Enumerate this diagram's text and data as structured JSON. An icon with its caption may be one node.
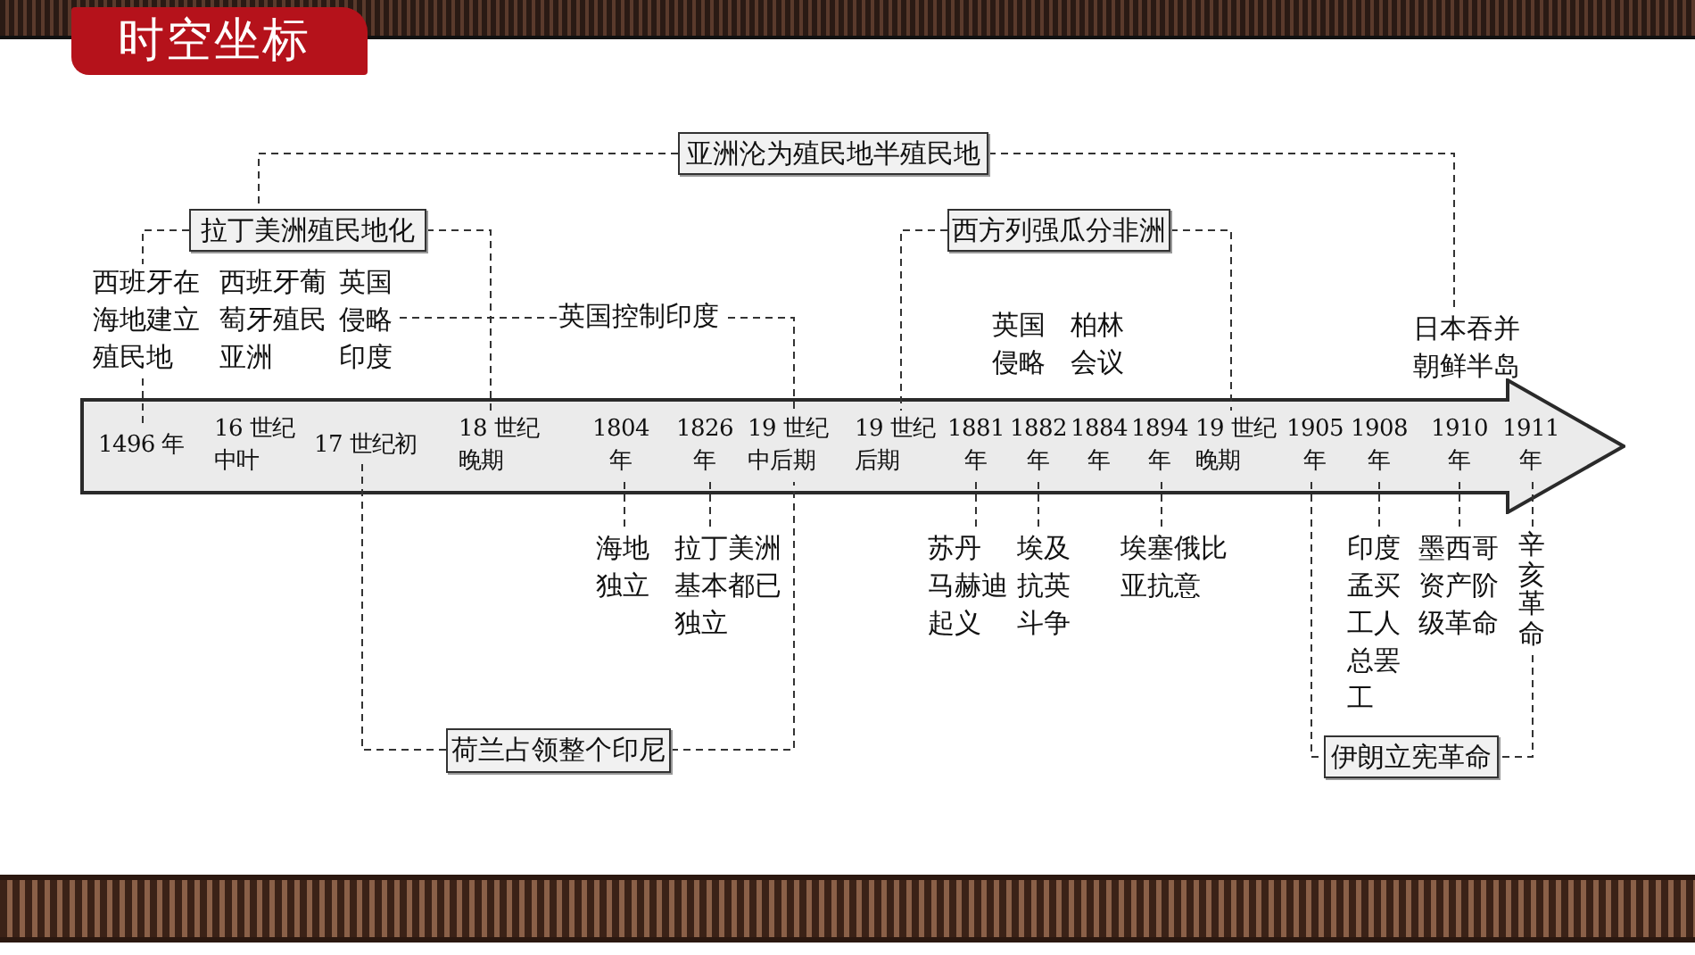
{
  "diagram": {
    "title": "时空坐标",
    "nodes": [
      {
        "text": [],
        "shape": "arrow"
      },
      {
        "text": [
          "1496 年"
        ],
        "in": 0
      },
      {
        "text": [
          "16 世纪中叶"
        ],
        "in": 0
      },
      {
        "text": [
          "17 世纪初"
        ],
        "in": 0
      },
      {
        "text": [
          "18 世纪晚期"
        ],
        "in": 0
      },
      {
        "text": [
          "1804 年"
        ],
        "in": 0
      },
      {
        "text": [
          "1826 年"
        ],
        "in": 0
      },
      {
        "text": [
          "19 世纪中后期"
        ],
        "in": 0
      },
      {
        "text": [
          "19 世纪后期"
        ],
        "in": 0
      },
      {
        "text": [
          "1881 年"
        ],
        "in": 0
      },
      {
        "text": [
          "1882 年"
        ],
        "in": 0
      },
      {
        "text": [
          "1884 年"
        ],
        "in": 0
      },
      {
        "text": [
          "1894 年"
        ],
        "in": 0
      },
      {
        "text": [
          "19 世纪晚期"
        ],
        "in": 0
      },
      {
        "text": [
          "1905 年"
        ],
        "in": 0
      },
      {
        "text": [
          "1908 年"
        ],
        "in": 0
      },
      {
        "text": [
          "1910 年"
        ],
        "in": 0
      },
      {
        "text": [
          "1911 年"
        ],
        "in": 0
      },
      {
        "text": [
          "亚洲沦为殖民地半殖民地"
        ]
      },
      {
        "text": [
          "拉丁美洲殖民地化"
        ]
      },
      {
        "text": [
          "西班牙在海地建立殖民地"
        ]
      },
      {
        "text": [
          "西班牙葡萄牙殖民亚洲"
        ]
      },
      {
        "text": [
          "英国侵略印度"
        ]
      },
      {
        "text": [
          "英国控制印度"
        ]
      },
      {
        "text": [
          "西方列强瓜分非洲"
        ]
      },
      {
        "text": [
          "英国侵略"
        ]
      },
      {
        "text": [
          "柏林会议"
        ]
      },
      {
        "text": [
          "日本吞并朝鲜半岛"
        ]
      },
      {
        "text": [
          "海地独立"
        ]
      },
      {
        "text": [
          "拉丁美洲基本都已独立"
        ]
      },
      {
        "text": [
          "荷兰占领整个印尼"
        ]
      },
      {
        "text": [
          "苏丹马赫迪起义"
        ]
      },
      {
        "text": [
          "埃及抗英斗争"
        ]
      },
      {
        "text": [
          "埃塞俄比亚抗意"
        ]
      },
      {
        "text": [
          "印度孟买工人总罢工"
        ]
      },
      {
        "text": [
          "墨西哥资产阶级革命"
        ]
      },
      {
        "text": [
          "辛亥革命"
        ]
      },
      {
        "text": [
          "伊朗立宪革命"
        ]
      }
    ],
    "edges": [
      {
        "from": 18,
        "to": 19,
        "arrow": "none"
      },
      {
        "from": 18,
        "to": 27,
        "arrow": "none"
      },
      {
        "from": 19,
        "to": 20,
        "arrow": "none"
      },
      {
        "from": 19,
        "to": 4,
        "arrow": "none"
      },
      {
        "from": 20,
        "to": 1,
        "arrow": "none"
      },
      {
        "from": 22,
        "to": 23,
        "arrow": "none"
      },
      {
        "from": 23,
        "to": 7,
        "arrow": "none"
      },
      {
        "from": 24,
        "to": 8,
        "arrow": "none"
      },
      {
        "from": 24,
        "to": 13,
        "arrow": "none"
      },
      {
        "from": 3,
        "to": 30,
        "arrow": "none"
      },
      {
        "from": 30,
        "to": 7,
        "arrow": "none"
      },
      {
        "from": 5,
        "to": 28,
        "arrow": "none"
      },
      {
        "from": 6,
        "to": 29,
        "arrow": "none"
      },
      {
        "from": 9,
        "to": 31,
        "arrow": "none"
      },
      {
        "from": 10,
        "to": 32,
        "arrow": "none"
      },
      {
        "from": 12,
        "to": 33,
        "arrow": "none"
      },
      {
        "from": 14,
        "to": 37,
        "arrow": "none"
      },
      {
        "from": 15,
        "to": 34,
        "arrow": "none"
      },
      {
        "from": 16,
        "to": 35,
        "arrow": "none"
      },
      {
        "from": 17,
        "to": 36,
        "arrow": "none"
      },
      {
        "from": 36,
        "to": 37,
        "arrow": "none"
      }
    ]
  }
}
